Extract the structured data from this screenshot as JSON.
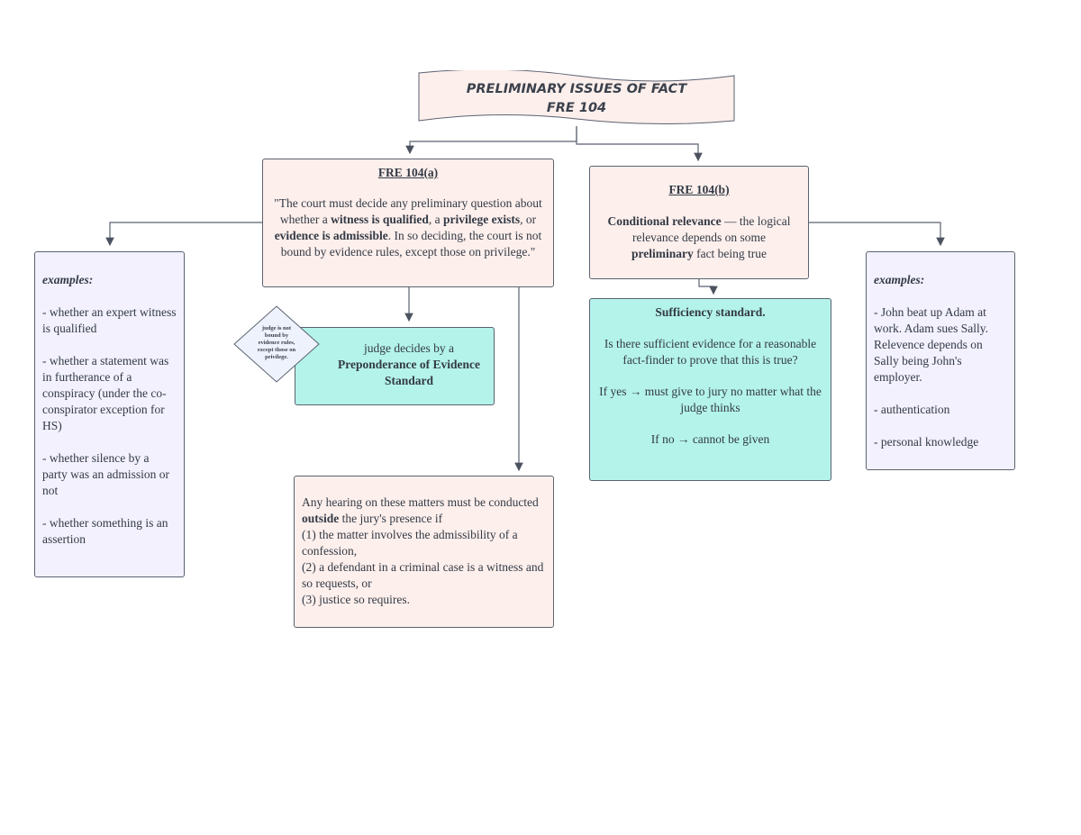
{
  "title": {
    "line1": "PRELIMINARY ISSUES OF FACT",
    "line2": "FRE 104"
  },
  "fre104a": {
    "heading": "FRE 104(a)",
    "q_open": "\"The court must decide any preliminary question about whether a ",
    "b1": "witness is qualified",
    "s1": ", a ",
    "b2": "privilege exists",
    "s2": ", or ",
    "b3": "evidence is admissible",
    "q_close": ". In so deciding, the court is not bound by evidence rules, except those on privilege.\""
  },
  "fre104b": {
    "heading": "FRE 104(b)",
    "bold_lead": "Conditional relevance",
    "rest": " — the logical relevance depends on some ",
    "bold_tail": "preliminary",
    "end": " fact being true"
  },
  "examples_left": {
    "heading": "examples:",
    "items": [
      "- whether an expert witness is qualified",
      "- whether a statement was in furtherance of a conspiracy (under the co-conspirator exception for HS)",
      "- whether silence by a party was an admission or not",
      "- whether something is an assertion"
    ]
  },
  "examples_right": {
    "heading": "examples:",
    "items": [
      "- John beat up Adam at work. Adam sues Sally. Relevence depends on Sally being John's employer.",
      "- authentication",
      "- personal knowledge"
    ]
  },
  "judge_diamond": "judge is not bound by evidence rules, except those on privilege.",
  "preponderance": {
    "lead": "judge decides by a",
    "bold": "Preponderance of Evidence Standard"
  },
  "sufficiency": {
    "heading": "Sufficiency standard.",
    "question": "Is there sufficient evidence for a reasonable fact-finder to prove that this is true?",
    "yes": "If yes → must give to jury no matter what the judge thinks",
    "no": "If no → cannot be given"
  },
  "hearing": {
    "lead": "Any hearing on these matters must be conducted ",
    "bold": "outside",
    "rest": " the jury's presence if",
    "items": [
      "(1) the matter involves the admissibility of a confession,",
      "(2) a defendant in a criminal case is a witness and so requests, or",
      "(3) justice so requires."
    ]
  },
  "colors": {
    "pink": "#fdefec",
    "lavender": "#f2f1fd",
    "teal": "#b4f3ea",
    "line": "#5b6270"
  }
}
